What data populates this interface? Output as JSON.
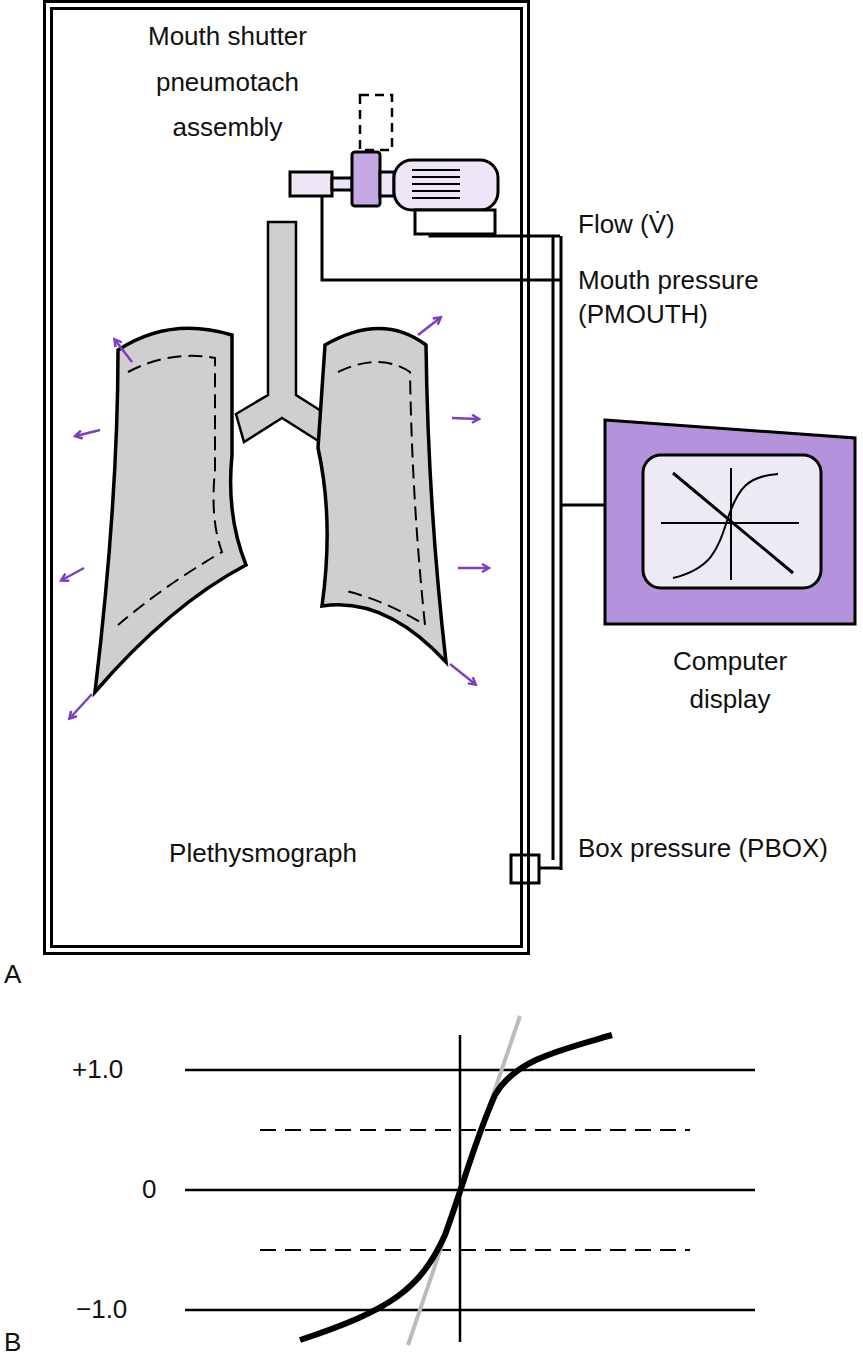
{
  "diagram": {
    "nodes": [
      {
        "text": [
          "Plethysmograph"
        ]
      },
      {
        "text": [
          "Computer display"
        ]
      }
    ],
    "labels": [
      "Mouth shutter pneumotach assembly",
      "Flow (V̇)",
      "Mouth pressure (PMOUTH)",
      "Box pressure (PBOX)",
      "A",
      "+1.0",
      "0",
      "−1.0",
      "B"
    ]
  }
}
